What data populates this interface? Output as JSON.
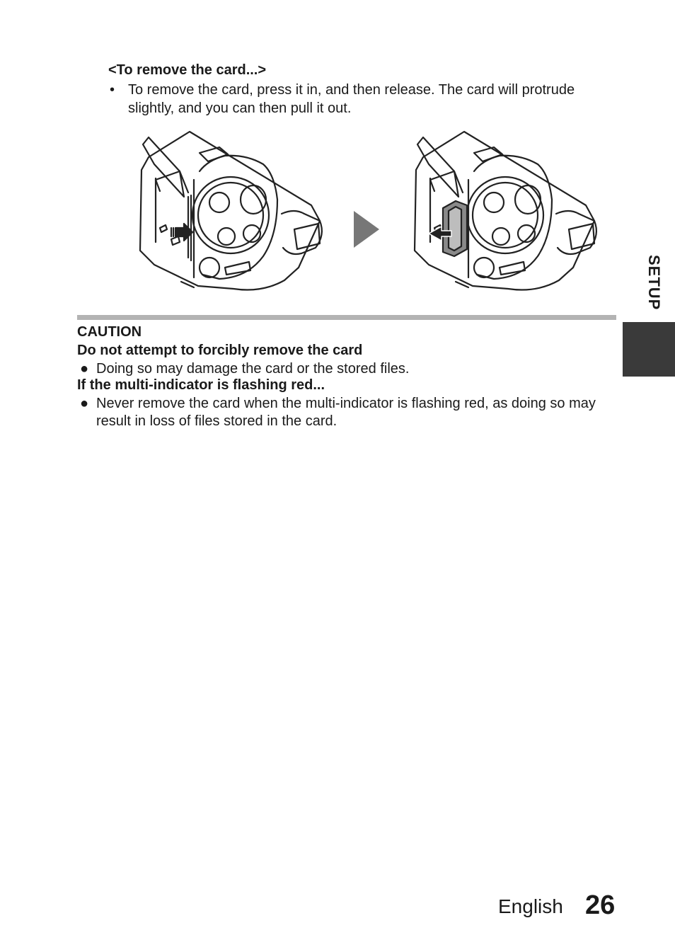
{
  "section": {
    "heading": "<To remove the card...>",
    "bullet_marker": "•",
    "bullet_text": "To remove the card, press it in, and then release. The card will protrude slightly, and you can then pull it out."
  },
  "caution": {
    "title": "CAUTION",
    "items": [
      {
        "heading": "Do not attempt to forcibly remove the card",
        "bullet_marker": "●",
        "text": "Doing so may damage the card or the stored files."
      },
      {
        "heading": "If the multi-indicator is flashing red...",
        "bullet_marker": "●",
        "text": "Never remove the card when the multi-indicator is flashing red, as doing so may result in loss of files stored in the card."
      }
    ]
  },
  "side_tab": {
    "label": "SETUP"
  },
  "footer": {
    "language": "English",
    "page_number": "26"
  },
  "colors": {
    "rule": "#b3b3b3",
    "side_tab": "#3a3a3a",
    "arrow": "#777777"
  }
}
